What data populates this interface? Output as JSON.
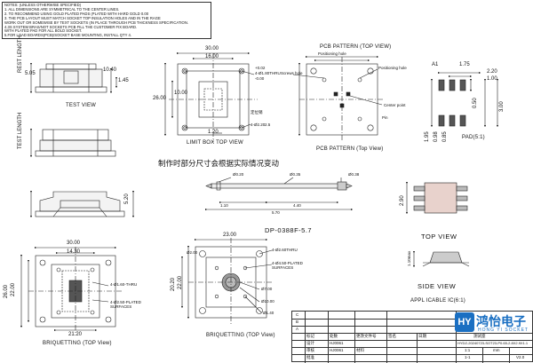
{
  "notes": [
    "NOTES: (UNLESS OTHERWISE SPECIFIED)",
    "1. ALL DIMENSIONS ARE SYMMETRICAL TO THE CENTER LINES.",
    "2. TO RECOMMEND USING GOLD PLATED PADS (PLATED WITH HARD GOLD 0.00",
    "3. THE PCB LAYOUT MUST MATCH SOCKET TOP INSULATION HOLES AND IN THE RAGE",
    "WORK OUT OR SOMEWISE BY TEXT SOCKETS (IN PLACE THROUGH PCB THICKNESS SPECIFICATION.",
    "4.3S SYSTEM BRAS/NOT SOCKETS PCB FILL THE CUSTOMER FIX BOARD.",
    "WITH PLATED PAD FOR ALL BOLD SOCKET.",
    "5.FOR LOAD BOARDS(PCB)/SOCKET BASE MOUNTING, INSTALL QTY 4."
  ],
  "views": {
    "test_view": "TEST VIEW",
    "limit_box_top_view": "LIMIT BOX  TOP  VIEW",
    "pcb_pattern_top": "PCB PATTERN (TOP VIEW)",
    "pcb_pattern_bottom": "PCB PATTERN (Top View)",
    "pad": "PAD(5:1)",
    "top_view": "TOP VIEW",
    "side_view": "SIDE VIEW",
    "applicable_ic": "APPL ICABLE IC(6:1)",
    "briquetting_top": "BRIQUETTING (TOP View)",
    "briquetting_bottom": "BRIQUETTING (TOP View)",
    "side_label_rest": "REST LENGTH",
    "side_label_test": "TEST LENGTH",
    "part_number": "DP-0388F-5.7"
  },
  "chinese_note": "制作时部分尺寸会根据实际情况变动",
  "dims": {
    "limit_w": "30.00",
    "limit_16": "16.00",
    "limit_26": "26.00",
    "limit_10": "10.00",
    "limit_thru": "4-Ø1.80THRU",
    "limit_02": "+0.02",
    "limit_00": "-0.00",
    "limit_120": "1.20",
    "limit_pos": "4-Ø2.20",
    "limit_25": "2.5",
    "limit_cn": "定位销",
    "test_1040": "10.40",
    "test_505": "5.05",
    "test_145": "1.45",
    "pin_020": "Ø0.20",
    "pin_035": "Ø0.35",
    "pin_110": "1.10",
    "pin_440": "4.40",
    "pin_570": "5.70",
    "pin_520": "5.20",
    "pin_38": "Ø0.38",
    "pad_220": "2.20",
    "pad_175": "1.75",
    "pad_100": "1.00",
    "pad_050": "0.50",
    "pad_300": "3.00",
    "pad_195": "1.95",
    "pad_098": "0.98",
    "pad_085": "0.85",
    "pad_a1": "A1",
    "ic_290": "2.90",
    "ic_110": "1.10max",
    "bq_w": "30.00",
    "bq_1430": "14.30",
    "bq_26": "26.00",
    "bq_22": "22.00",
    "bq_thru": "4-Ø1.60-THRU",
    "bq_plated": "4-Ø2.50-PLATED SURFACES",
    "bq_2120": "21.20",
    "bq2_2300": "23.00",
    "bq2_2020": "20.20",
    "bq2_2200": "22.00",
    "bq2_20": "Ø2.00",
    "bq2_thru": "4-Ø2.60THRU",
    "bq2_plated": "4-Ø4.50-PLATED SURFACES",
    "bq2_7": "Ø7.00",
    "bq2_10": "Ø10.00",
    "bq2_140": "Ø1.40"
  },
  "pcb_labels": {
    "pos_hole": "Positioning hole",
    "screw_hole": "Screws hole",
    "center_point": "Center point",
    "pin": "Pin"
  },
  "title_block": {
    "company_cn": "鸿怡电子",
    "company_en": "HONG YI SOCKET",
    "logo_mark": "HY",
    "drawing_no": "HYDZ-20240723-SOT23-P0.65-2.8X2.9X1.1",
    "scale": "1:1",
    "units": "mm",
    "sheet": "1-1",
    "version": "V2.0",
    "code1": "HJ0061",
    "code2": "HJ0061",
    "test_seat": "测试座",
    "r_material": "材料",
    "r_designer": "设计",
    "r_check": "审核",
    "r_approve": "批准",
    "rev_c": "C",
    "rev_b": "B",
    "rev_a": "A",
    "col_mark": "标记",
    "col_count": "处数",
    "col_change": "更改文件号",
    "col_sign": "签名",
    "col_date": "日期"
  }
}
